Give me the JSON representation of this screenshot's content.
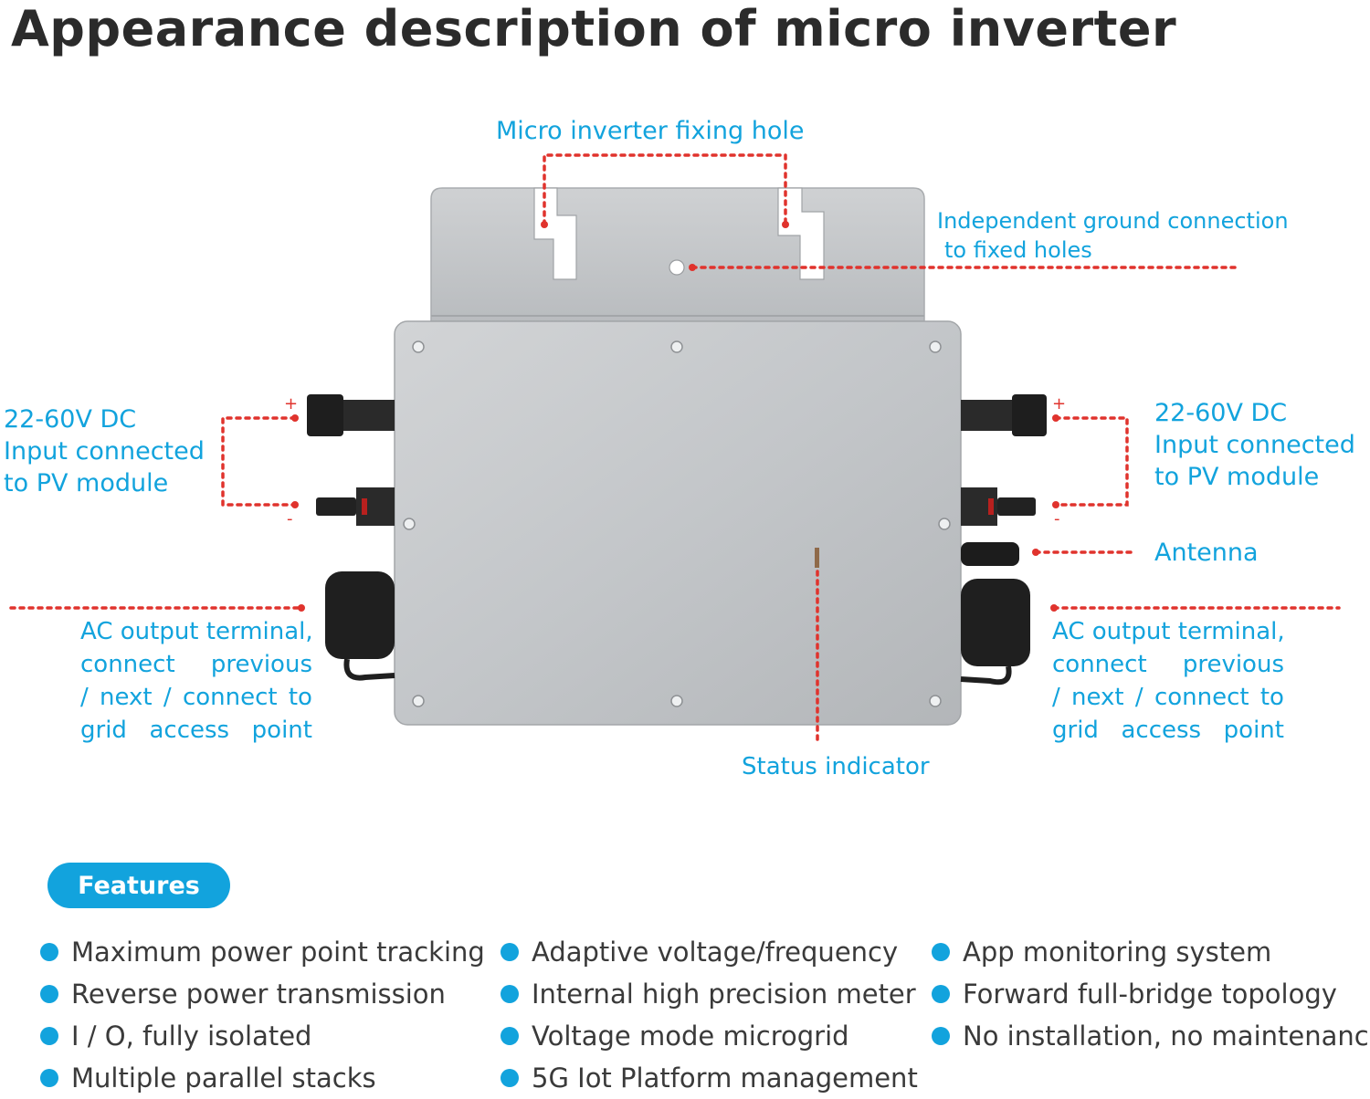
{
  "title": "Appearance description of micro inverter",
  "callouts": {
    "fixing_hole": "Micro inverter fixing hole",
    "ground": [
      "Independent ground connection",
      "to fixed holes"
    ],
    "dc_left": [
      "22-60V DC",
      "Input connected",
      "to PV module"
    ],
    "dc_right": [
      "22-60V DC",
      "Input connected",
      "to PV module"
    ],
    "antenna": "Antenna",
    "ac_left": [
      "AC output terminal,",
      [
        "connect",
        "previous"
      ],
      [
        "/",
        "next",
        "/",
        "connect",
        "to"
      ],
      [
        "grid",
        "access",
        "point"
      ]
    ],
    "ac_right": [
      "AC output terminal,",
      [
        "connect",
        "previous"
      ],
      [
        "/",
        "next",
        "/",
        "connect",
        "to"
      ],
      [
        "grid",
        "access",
        "point"
      ]
    ],
    "status": "Status indicator"
  },
  "polarity": {
    "plus": "+",
    "minus": "-"
  },
  "features": {
    "label": "Features",
    "columns": [
      [
        "Maximum power point tracking",
        "Reverse power transmission",
        "I / O, fully isolated",
        "Multiple parallel stacks"
      ],
      [
        "Adaptive voltage/frequency",
        "Internal high precision meter",
        "Voltage mode microgrid",
        "5G Iot Platform management"
      ],
      [
        "App monitoring system",
        "Forward full-bridge topology",
        "No installation, no maintenance"
      ]
    ]
  },
  "colors": {
    "accent": "#12a3dd",
    "leader": "#e0332d",
    "title": "#2b2b2b",
    "body": "#3a3a3a"
  }
}
